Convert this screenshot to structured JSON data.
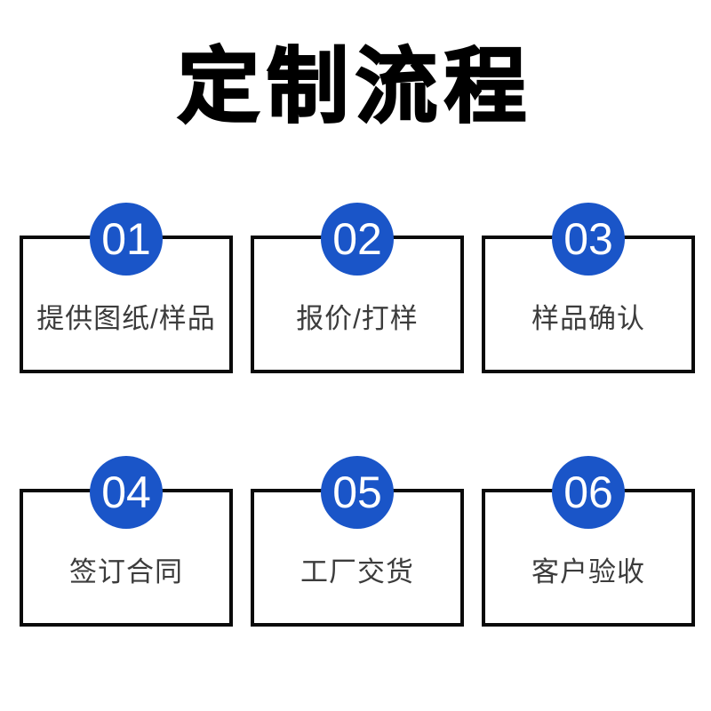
{
  "title": "定制流程",
  "colors": {
    "badge_blue": "#1a55c8",
    "box_border": "#0a0a0a",
    "label_text": "#3c3c3c",
    "badge_number_text": "#ffffff",
    "background": "#ffffff"
  },
  "steps": [
    {
      "number": "01",
      "label": "提供图纸/样品"
    },
    {
      "number": "02",
      "label": "报价/打样"
    },
    {
      "number": "03",
      "label": "样品确认"
    },
    {
      "number": "04",
      "label": "签订合同"
    },
    {
      "number": "05",
      "label": "工厂交货"
    },
    {
      "number": "06",
      "label": "客户验收"
    }
  ]
}
